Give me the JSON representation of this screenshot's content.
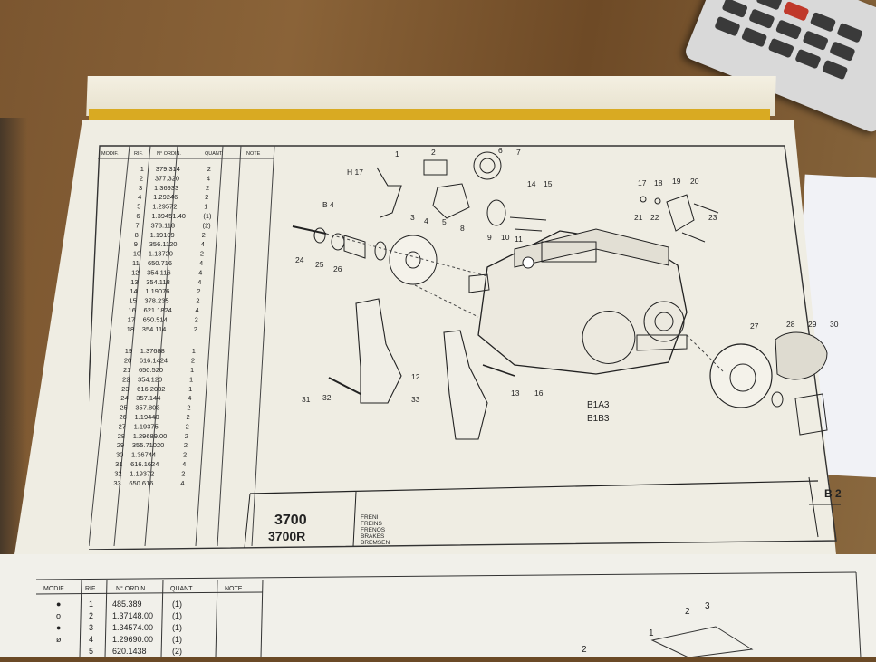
{
  "upper_table": {
    "headers": [
      "MODIF.",
      "RIF.",
      "N° ORDIN.",
      "QUANT.",
      "NOTE"
    ],
    "rows": [
      {
        "rif": "1",
        "ord": "379.314",
        "qty": "2"
      },
      {
        "rif": "2",
        "ord": "377.320",
        "qty": "4"
      },
      {
        "rif": "3",
        "ord": "1.36933",
        "qty": "2"
      },
      {
        "rif": "4",
        "ord": "1.29246",
        "qty": "2"
      },
      {
        "rif": "5",
        "ord": "1.29572",
        "qty": "1"
      },
      {
        "rif": "6",
        "ord": "1.39451.40",
        "qty": "(1)"
      },
      {
        "rif": "7",
        "ord": "373.118",
        "qty": "(2)"
      },
      {
        "rif": "8",
        "ord": "1.19109",
        "qty": "2"
      },
      {
        "rif": "9",
        "ord": "356.1120",
        "qty": "4"
      },
      {
        "rif": "10",
        "ord": "1.13720",
        "qty": "2"
      },
      {
        "rif": "11",
        "ord": "650.716",
        "qty": "4"
      },
      {
        "rif": "12",
        "ord": "354.116",
        "qty": "4"
      },
      {
        "rif": "13",
        "ord": "354.118",
        "qty": "4"
      },
      {
        "rif": "14",
        "ord": "1.19076",
        "qty": "2"
      },
      {
        "rif": "15",
        "ord": "378.235",
        "qty": "2"
      },
      {
        "rif": "16",
        "ord": "621.1824",
        "qty": "4"
      },
      {
        "rif": "17",
        "ord": "650.514",
        "qty": "2"
      },
      {
        "rif": "18",
        "ord": "354.114",
        "qty": "2"
      },
      {
        "rif": "19",
        "ord": "1.37688",
        "qty": "1"
      },
      {
        "rif": "20",
        "ord": "616.1424",
        "qty": "2"
      },
      {
        "rif": "21",
        "ord": "650.520",
        "qty": "1"
      },
      {
        "rif": "22",
        "ord": "354.120",
        "qty": "1"
      },
      {
        "rif": "23",
        "ord": "616.2032",
        "qty": "1"
      },
      {
        "rif": "24",
        "ord": "357.144",
        "qty": "4"
      },
      {
        "rif": "25",
        "ord": "357.803",
        "qty": "2"
      },
      {
        "rif": "26",
        "ord": "1.19440",
        "qty": "2"
      },
      {
        "rif": "27",
        "ord": "1.19375",
        "qty": "2"
      },
      {
        "rif": "28",
        "ord": "1.29689.00",
        "qty": "2"
      },
      {
        "rif": "29",
        "ord": "355.71020",
        "qty": "2"
      },
      {
        "rif": "30",
        "ord": "1.36744",
        "qty": "2"
      },
      {
        "rif": "31",
        "ord": "616.1624",
        "qty": "4"
      },
      {
        "rif": "32",
        "ord": "1.19372",
        "qty": "2"
      },
      {
        "rif": "33",
        "ord": "650.616",
        "qty": "4"
      }
    ]
  },
  "diagram": {
    "callouts": [
      "H 17",
      "1",
      "2",
      "3",
      "4",
      "5",
      "6",
      "7",
      "8",
      "9",
      "10",
      "11",
      "12",
      "13",
      "14",
      "15",
      "16",
      "17",
      "18",
      "19",
      "20",
      "21",
      "22",
      "23",
      "24",
      "25",
      "26",
      "27",
      "28",
      "29",
      "30",
      "31",
      "32",
      "33",
      "B 4"
    ],
    "assembly_codes": [
      "B1A3",
      "B1B3"
    ]
  },
  "footer": {
    "model_1": "3700",
    "model_2": "3700R",
    "section_names": [
      "FRENI",
      "FREINS",
      "FRENOS",
      "BRAKES",
      "BREMSEN"
    ],
    "page_code": "B 2"
  },
  "lower_table": {
    "headers": [
      "MODIF.",
      "RIF.",
      "N° ORDIN.",
      "QUANT.",
      "NOTE"
    ],
    "rows": [
      {
        "mod": "●",
        "rif": "1",
        "ord": "485.389",
        "qty": "(1)"
      },
      {
        "mod": "o",
        "rif": "2",
        "ord": "1.37148.00",
        "qty": "(1)"
      },
      {
        "mod": "●",
        "rif": "3",
        "ord": "1.34574.00",
        "qty": "(1)"
      },
      {
        "mod": "ø",
        "rif": "4",
        "ord": "1.29690.00",
        "qty": "(1)"
      },
      {
        "mod": "",
        "rif": "5",
        "ord": "620.1438",
        "qty": "(2)"
      }
    ],
    "callouts": [
      "1",
      "2",
      "3",
      "2"
    ]
  }
}
